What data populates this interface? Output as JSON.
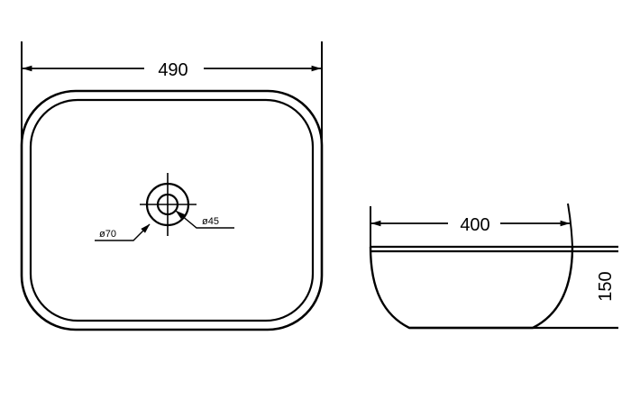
{
  "drawing": {
    "top_view": {
      "width_label": "490",
      "outer_diameter_label": "ø70",
      "inner_diameter_label": "ø45"
    },
    "side_view": {
      "width_label": "400",
      "height_label": "150"
    },
    "line_color": "#000000",
    "background_color": "#ffffff"
  }
}
